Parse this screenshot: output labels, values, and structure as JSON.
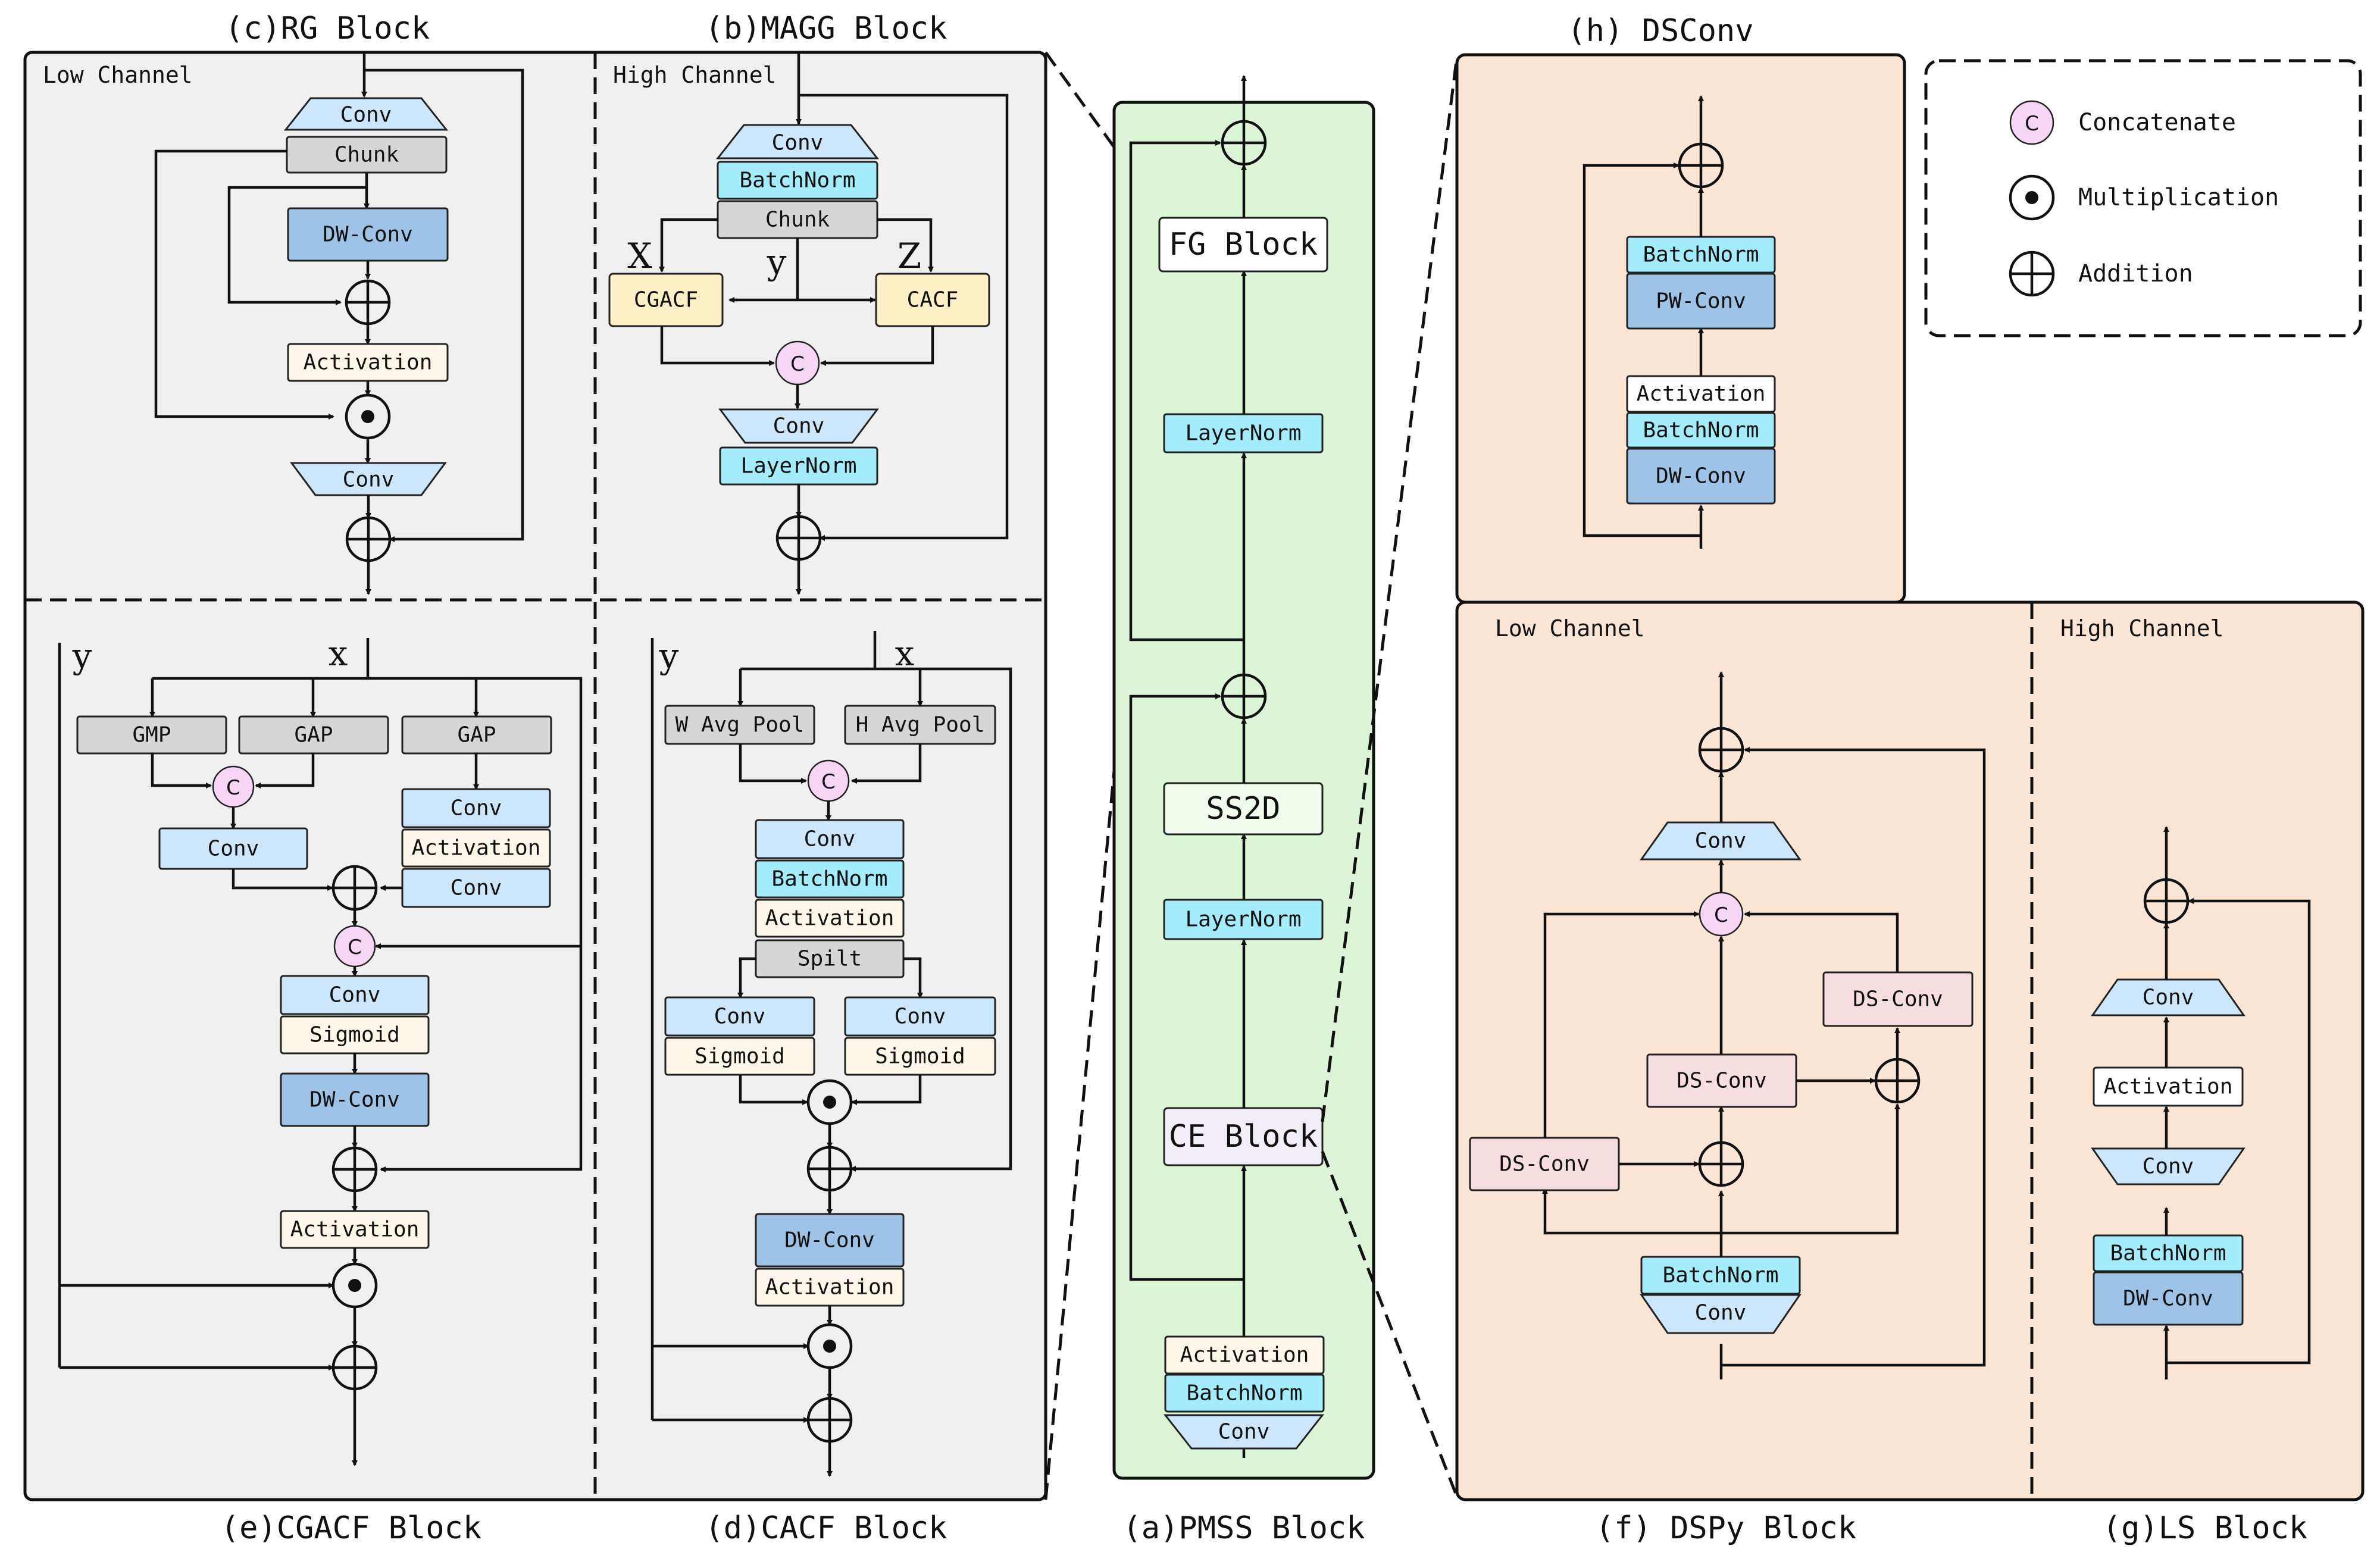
{
  "titles": {
    "rg": "(c)RG Block",
    "magg": "(b)MAGG Block",
    "dsconv": "(h) DSConv",
    "cgacf": "(e)CGACF Block",
    "cacf": "(d)CACF Block",
    "pmss": "(a)PMSS Block",
    "dspy": "(f) DSPy Block",
    "ls": "(g)LS Block"
  },
  "sections": {
    "rg_low": "Low Channel",
    "magg_high": "High Channel",
    "dspy_low": "Low Channel",
    "dspy_high": "High Channel"
  },
  "legend": {
    "concat_symbol": "C",
    "concat": "Concatenate",
    "mult": "Multiplication",
    "add": "Addition"
  },
  "vars": {
    "x": "X",
    "y": "y",
    "z": "Z",
    "y_lower": "y",
    "x_lower": "x"
  },
  "labels": {
    "conv": "Conv",
    "chunk": "Chunk",
    "dwconv": "DW-Conv",
    "activation": "Activation",
    "batchnorm": "BatchNorm",
    "cgacf": "CGACF",
    "cacf": "CACF",
    "layernorm": "LayerNorm",
    "gmp": "GMP",
    "gap": "GAP",
    "sigmoid": "Sigmoid",
    "wavgpool": "W Avg Pool",
    "havgpool": "H Avg Pool",
    "spilt": "Spilt",
    "fgblock": "FG Block",
    "ss2d": "SS2D",
    "ceblock": "CE Block",
    "pwconv": "PW-Conv",
    "dsconv": "DS-Conv"
  },
  "colors": {
    "panel_gray": "#f0f0f0",
    "panel_green": "#dcf5d6",
    "panel_peach": "#fbe6d6",
    "concat_fill": "#f7d6f5"
  }
}
